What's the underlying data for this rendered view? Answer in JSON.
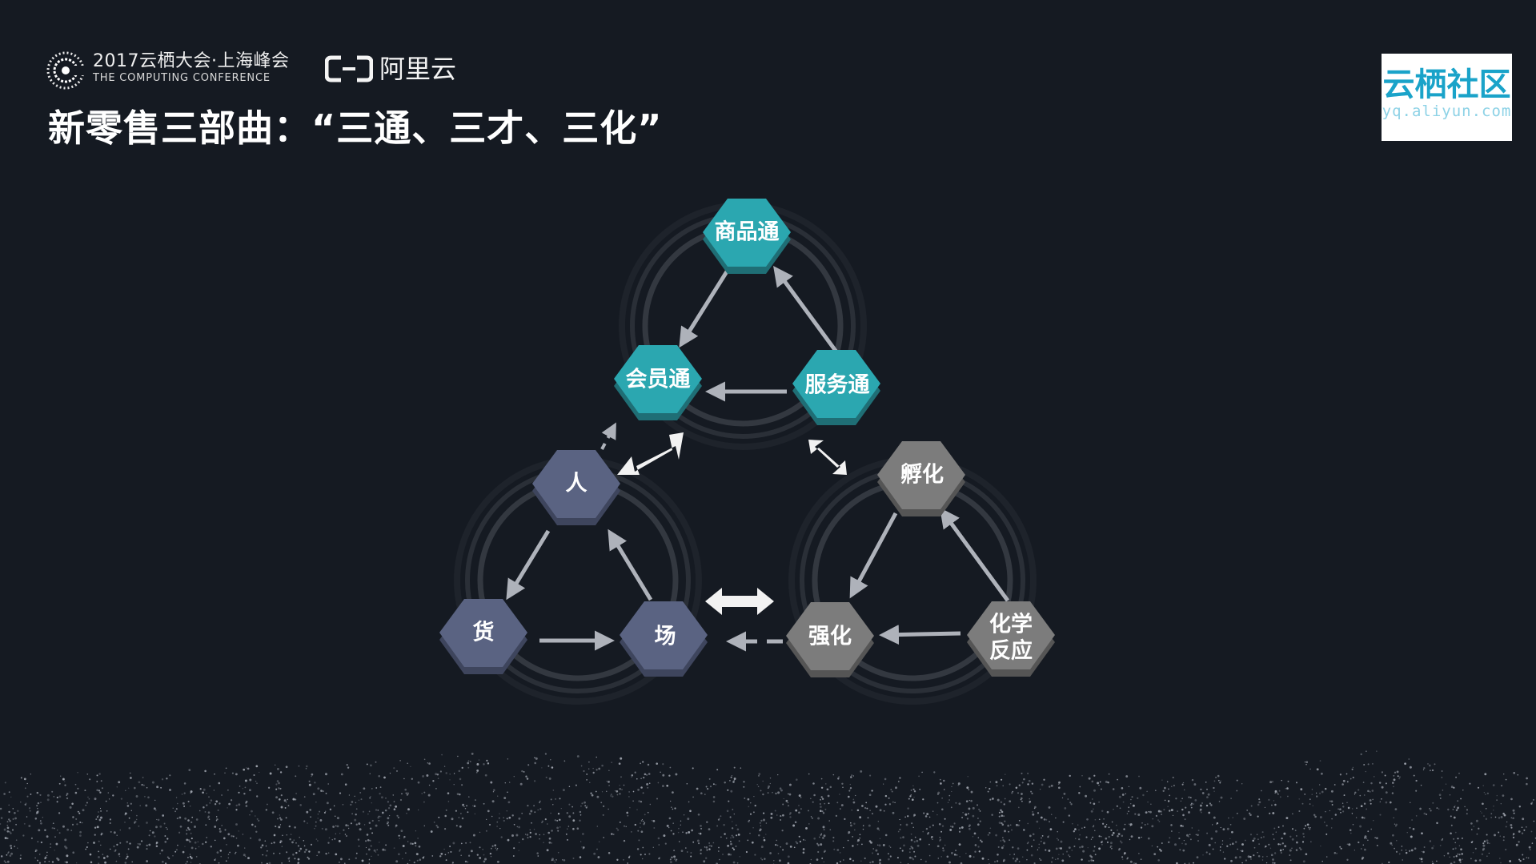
{
  "header": {
    "conference_title": "2017云栖大会·上海峰会",
    "conference_subtitle": "THE COMPUTING CONFERENCE",
    "aliyun_label": "阿里云",
    "yq_title": "云栖社区",
    "yq_url": "yq.aliyun.com"
  },
  "page_title": "新零售三部曲：“三通、三才、三化”",
  "diagram": {
    "top_group": {
      "node_1": "商品通",
      "node_2": "会员通",
      "node_3": "服务通"
    },
    "left_group": {
      "node_1": "人",
      "node_2": "货",
      "node_3": "场"
    },
    "right_group": {
      "node_1": "孵化",
      "node_2": "强化",
      "node_3_line1": "化学",
      "node_3_line2": "反应"
    }
  },
  "colors": {
    "background": "#151a22",
    "teal": "#2ba7b0",
    "slate": "#5a6382",
    "gray": "#7c7c7c",
    "brand_blue": "#1aa3c9"
  }
}
